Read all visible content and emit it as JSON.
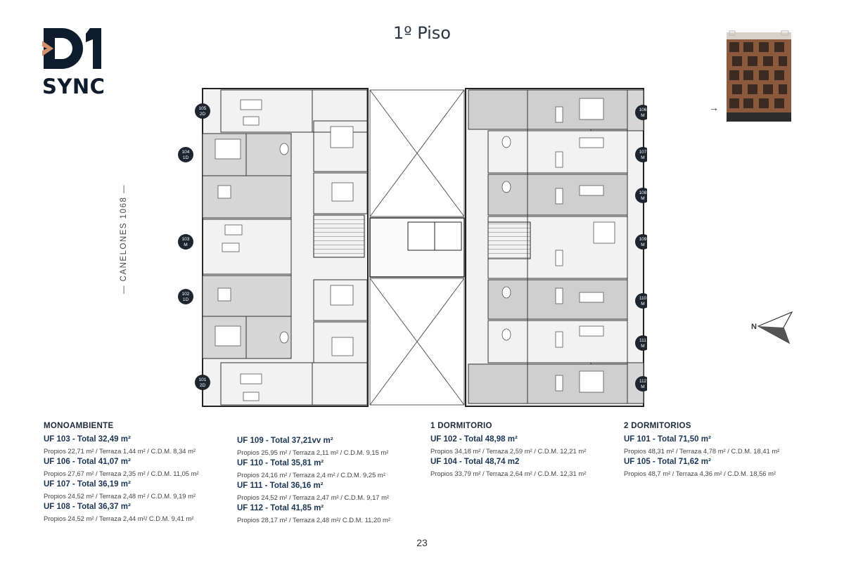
{
  "brand": {
    "logo_text": "SYNC",
    "accent": "#d4906a",
    "dark": "#0f1c2e"
  },
  "title": "1º Piso",
  "street_label": "CANELONES 1068",
  "compass_label": "N",
  "unit_markers": [
    {
      "num": "105",
      "type": "2D"
    },
    {
      "num": "104",
      "type": "1D"
    },
    {
      "num": "103",
      "type": "M"
    },
    {
      "num": "102",
      "type": "1D"
    },
    {
      "num": "101",
      "type": "2D"
    },
    {
      "num": "106",
      "type": "M"
    },
    {
      "num": "107",
      "type": "M"
    },
    {
      "num": "108",
      "type": "M"
    },
    {
      "num": "109",
      "type": "M"
    },
    {
      "num": "110",
      "type": "M"
    },
    {
      "num": "111",
      "type": "M"
    },
    {
      "num": "112",
      "type": "M"
    }
  ],
  "columns": [
    {
      "heading": "MONOAMBIENTE",
      "units": [
        {
          "head": "UF 103  - Total 32,49 m²",
          "detail": "Propios 22,71 m² / Terraza 1,44 m² / C.D.M. 8,34 m²"
        },
        {
          "head": "UF 106  - Total 41,07 m²",
          "detail": "Propios 27,67 m² / Terraza 2,35 m² / C.D.M. 11,05 m²"
        },
        {
          "head": "UF 107  - Total 36,19 m²",
          "detail": "Propios 24,52 m² / Terraza 2,48 m² / C.D.M. 9,19 m²"
        },
        {
          "head": "UF 108  - Total 36,37 m²",
          "detail": "Propios 24,52 m² / Terraza 2,44 m²/ C.D.M. 9,41 m²"
        }
      ]
    },
    {
      "heading": "",
      "units": [
        {
          "head": "UF 109  - Total 37,21vv m²",
          "detail": "Propios 25,95 m² / Terraza 2,11 m² / C.D.M. 9,15 m²"
        },
        {
          "head": "UF 110  - Total 35,81 m²",
          "detail": "Propios 24,16 m² / Terraza 2,4 m² / C.D.M. 9,25 m²"
        },
        {
          "head": "UF 111  - Total 36,16 m²",
          "detail": "Propios 24,52 m² / Terraza 2,47 m² / C.D.M. 9,17 m²"
        },
        {
          "head": "UF 112  - Total 41,85 m²",
          "detail": "Propios 28,17 m² / Terraza 2,48 m²/ C.D.M. 11,20 m²"
        }
      ]
    },
    {
      "heading": "1 DORMITORIO",
      "units": [
        {
          "head": "UF 102  - Total 48,98 m²",
          "detail": "Propios 34,18 m² / Terraza 2,59 m² / C.D.M. 12,21 m²"
        },
        {
          "head": "UF 104  - Total 48,74 m2",
          "detail": "Propios 33,79 m² / Terraza 2,64 m² / C.D.M. 12,31 m²"
        }
      ]
    },
    {
      "heading": "2 DORMITORIOS",
      "units": [
        {
          "head": "UF 101  - Total 71,50 m²",
          "detail": "Propios 48,31 m² / Terraza 4,78 m² / C.D.M. 18,41 m²"
        },
        {
          "head": "UF 105  - Total 71,62 m²",
          "detail": "Propios 48,7 m² / Terraza 4,36 m² / C.D.M. 18,56 m²"
        }
      ]
    }
  ],
  "page_number": "23"
}
